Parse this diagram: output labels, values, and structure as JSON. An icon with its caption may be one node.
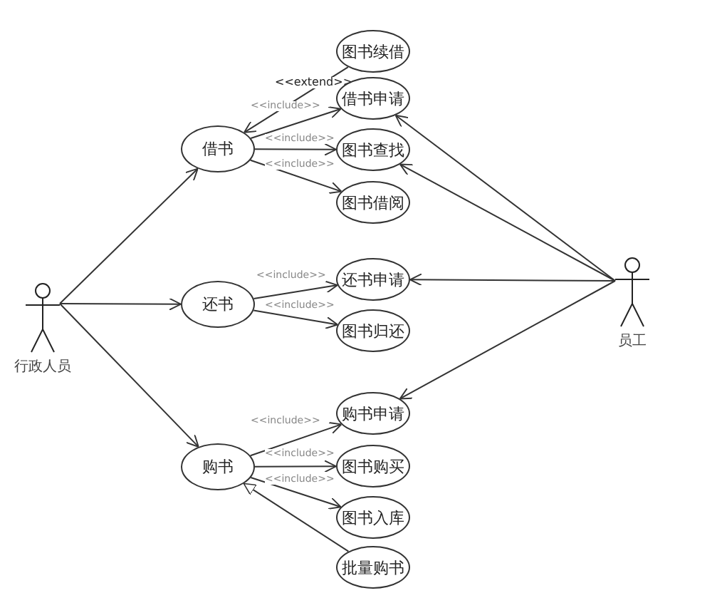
{
  "diagram": {
    "nodes": [
      {
        "text": [
          "行政人员"
        ]
      },
      {
        "text": [
          "借书"
        ]
      },
      {
        "text": [
          "还书"
        ]
      },
      {
        "text": [
          "购书"
        ]
      },
      {
        "text": [
          "图书续借"
        ]
      },
      {
        "text": [
          "借书申请"
        ]
      },
      {
        "text": [
          "图书查找"
        ]
      },
      {
        "text": [
          "图书借阅"
        ]
      },
      {
        "text": [
          "还书申请"
        ]
      },
      {
        "text": [
          "图书归还"
        ]
      },
      {
        "text": [
          "购书申请"
        ]
      },
      {
        "text": [
          "图书购买"
        ]
      },
      {
        "text": [
          "图书入库"
        ]
      },
      {
        "text": [
          "批量购书"
        ]
      },
      {
        "text": [
          "员工"
        ]
      }
    ],
    "edges": [
      {
        "from": 0,
        "to": 1,
        "arrow": "to"
      },
      {
        "from": 0,
        "to": 2,
        "arrow": "to"
      },
      {
        "from": 0,
        "to": 3,
        "arrow": "to"
      },
      {
        "from": 4,
        "to": 1,
        "arrow": "to",
        "label": "<<extend>>"
      },
      {
        "from": 1,
        "to": 5,
        "arrow": "to",
        "label": "<<include>>"
      },
      {
        "from": 1,
        "to": 6,
        "arrow": "to",
        "label": "<<include>>"
      },
      {
        "from": 1,
        "to": 7,
        "arrow": "to",
        "label": "<<include>>"
      },
      {
        "from": 2,
        "to": 8,
        "arrow": "to",
        "label": "<<include>>"
      },
      {
        "from": 2,
        "to": 9,
        "arrow": "to",
        "label": "<<include>>"
      },
      {
        "from": 3,
        "to": 10,
        "arrow": "to",
        "label": "<<include>>"
      },
      {
        "from": 3,
        "to": 11,
        "arrow": "to",
        "label": "<<include>>"
      },
      {
        "from": 3,
        "to": 12,
        "arrow": "to",
        "label": "<<include>>"
      },
      {
        "from": 13,
        "to": 3,
        "arrow": "to"
      },
      {
        "from": 14,
        "to": 5,
        "arrow": "to"
      },
      {
        "from": 14,
        "to": 6,
        "arrow": "to"
      },
      {
        "from": 14,
        "to": 8,
        "arrow": "to"
      },
      {
        "from": 14,
        "to": 10,
        "arrow": "to"
      }
    ]
  }
}
